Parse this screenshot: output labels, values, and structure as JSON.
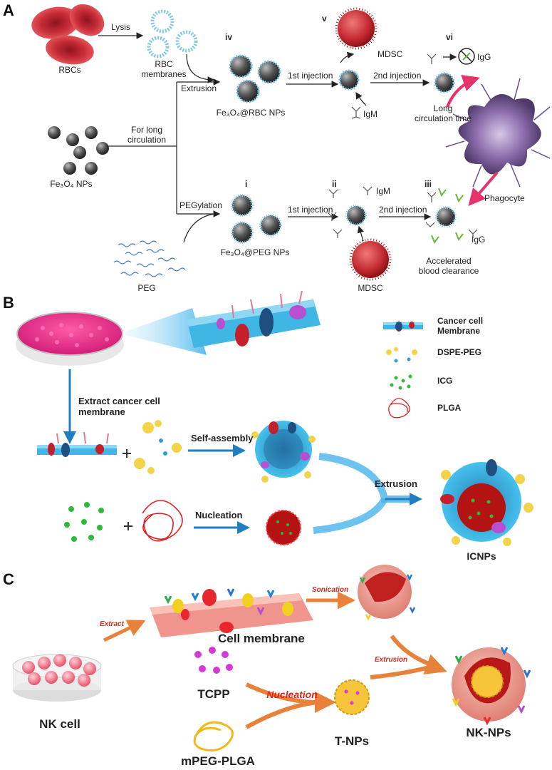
{
  "panels": {
    "a": "A",
    "b": "B",
    "c": "C"
  },
  "panel_a": {
    "rbcs": "RBCs",
    "lysis": "Lysis",
    "rbc_membranes": "RBC\nmembranes",
    "extrusion": "Extrusion",
    "fe3o4_rbc_nps": "Fe₃O₄@RBC NPs",
    "for_long_circulation": "For long\ncirculation",
    "fe3o4_nps": "Fe₃O₄ NPs",
    "pegylation": "PEGylation",
    "fe3o4_peg_nps": "Fe₃O₄@PEG NPs",
    "peg": "PEG",
    "roman_iv": "iv",
    "roman_v": "v",
    "roman_vi": "vi",
    "roman_i": "i",
    "roman_ii": "ii",
    "roman_iii": "iii",
    "injection_1_top": "1st injection",
    "injection_2_top": "2nd injection",
    "injection_1_bottom": "1st injection",
    "injection_2_bottom": "2nd injection",
    "mdsc_top": "MDSC",
    "mdsc_bottom": "MDSC",
    "igm_top": "IgM",
    "igm_bottom": "IgM",
    "igg_top": "IgG",
    "igg_bottom": "IgG",
    "long_circulation_time": "Long\ncirculation time",
    "phagocyte": "Phagocyte",
    "accelerated_blood_clearance": "Accelerated\nblood clearance"
  },
  "panel_b": {
    "extract": "Extract cancer cell\nmembrane",
    "self_assembly": "Self-assembly",
    "nucleation": "Nucleation",
    "extrusion": "Extrusion",
    "icnps": "ICNPs",
    "legend": [
      {
        "label": "Cancer cell\nMembrane"
      },
      {
        "label": "DSPE-PEG"
      },
      {
        "label": "ICG"
      },
      {
        "label": "PLGA"
      }
    ]
  },
  "panel_c": {
    "extract": "Extract",
    "sonication": "Sonication",
    "cell_membrane": "Cell membrane",
    "extrusion": "Extrusion",
    "nk_cell": "NK cell",
    "tcpp": "TCPP",
    "nucleation": "Nucleation",
    "t_nps": "T-NPs",
    "mpeg_plga": "mPEG-PLGA",
    "nk_nps": "NK-NPs"
  },
  "colors": {
    "rbc": "#c8232f",
    "np": "#555555",
    "membrane": "#38b6e6",
    "tumor": "#e83f93",
    "pink_arrow": "#e8336a",
    "orange_arrow": "#e8823a",
    "red_text": "#e0261b",
    "icg": "#2dbb3c",
    "plga": "#e01e1e",
    "tcpp": "#d63ad6",
    "nk_membrane": "#f2a79a",
    "mpeg": "#f2c020"
  }
}
